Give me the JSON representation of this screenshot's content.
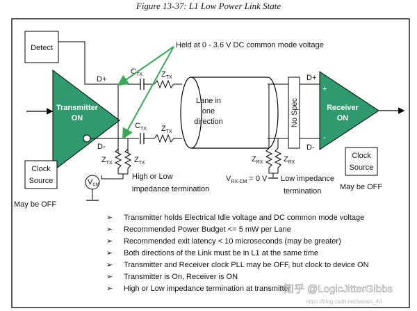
{
  "caption": "Figure 13-37: L1 Low Power Link State",
  "blocks": {
    "detect": "Detect",
    "transmitter_line1": "Transmitter",
    "transmitter_line2": "ON",
    "receiver_line1": "Receiver",
    "receiver_line2": "ON",
    "tx_clock_line1": "Clock",
    "tx_clock_line2": "Source",
    "rx_clock_line1": "Clock",
    "rx_clock_line2": "Source",
    "tx_may_be_off": "May be OFF",
    "rx_may_be_off": "May be OFF",
    "lane_line1": "Lane in",
    "lane_line2": "one",
    "lane_line3": "direction",
    "no_spec": "No Spec",
    "vcm": "V",
    "vcm_sub": "CM"
  },
  "labels": {
    "d_plus_tx": "D+",
    "d_minus_tx": "D-",
    "d_plus_rx": "D+",
    "d_minus_rx": "D-",
    "plus": "+",
    "minus": "-",
    "c": "C",
    "tx": "TX",
    "z": "Z",
    "rx": "RX",
    "held": "Held at 0 - 3.6 V DC common mode voltage",
    "hl_line1": "High or Low",
    "hl_line2": "impedance termination",
    "vrxcm_pre": "V",
    "vrxcm_sub": "RX-CM",
    "vrxcm_post": " = 0 V",
    "low_line1": "Low impedance",
    "low_line2": "termination"
  },
  "bullets": [
    "Transmitter holds Electrical Idle voltage and DC common mode voltage",
    "Recommended Power Budget <= 5 mW per Lane",
    "Recommended exit latency < 10 microseconds (may be greater)",
    "Both directions of the Link must be in L1 at the same time",
    "Transmitter and Receiver clock PLL may be OFF, but clock to device ON",
    "Transmitter is On, Receiver is ON",
    "High or Low impedance termination at transmitter"
  ],
  "watermark": {
    "text": "知乎 @LogicJitterGibbs",
    "url": "https://blog.csdn.net/weixin_40"
  },
  "colors": {
    "triangle_fill": "#2e9a6e",
    "arrow": "#3aa857",
    "line": "#000000"
  }
}
